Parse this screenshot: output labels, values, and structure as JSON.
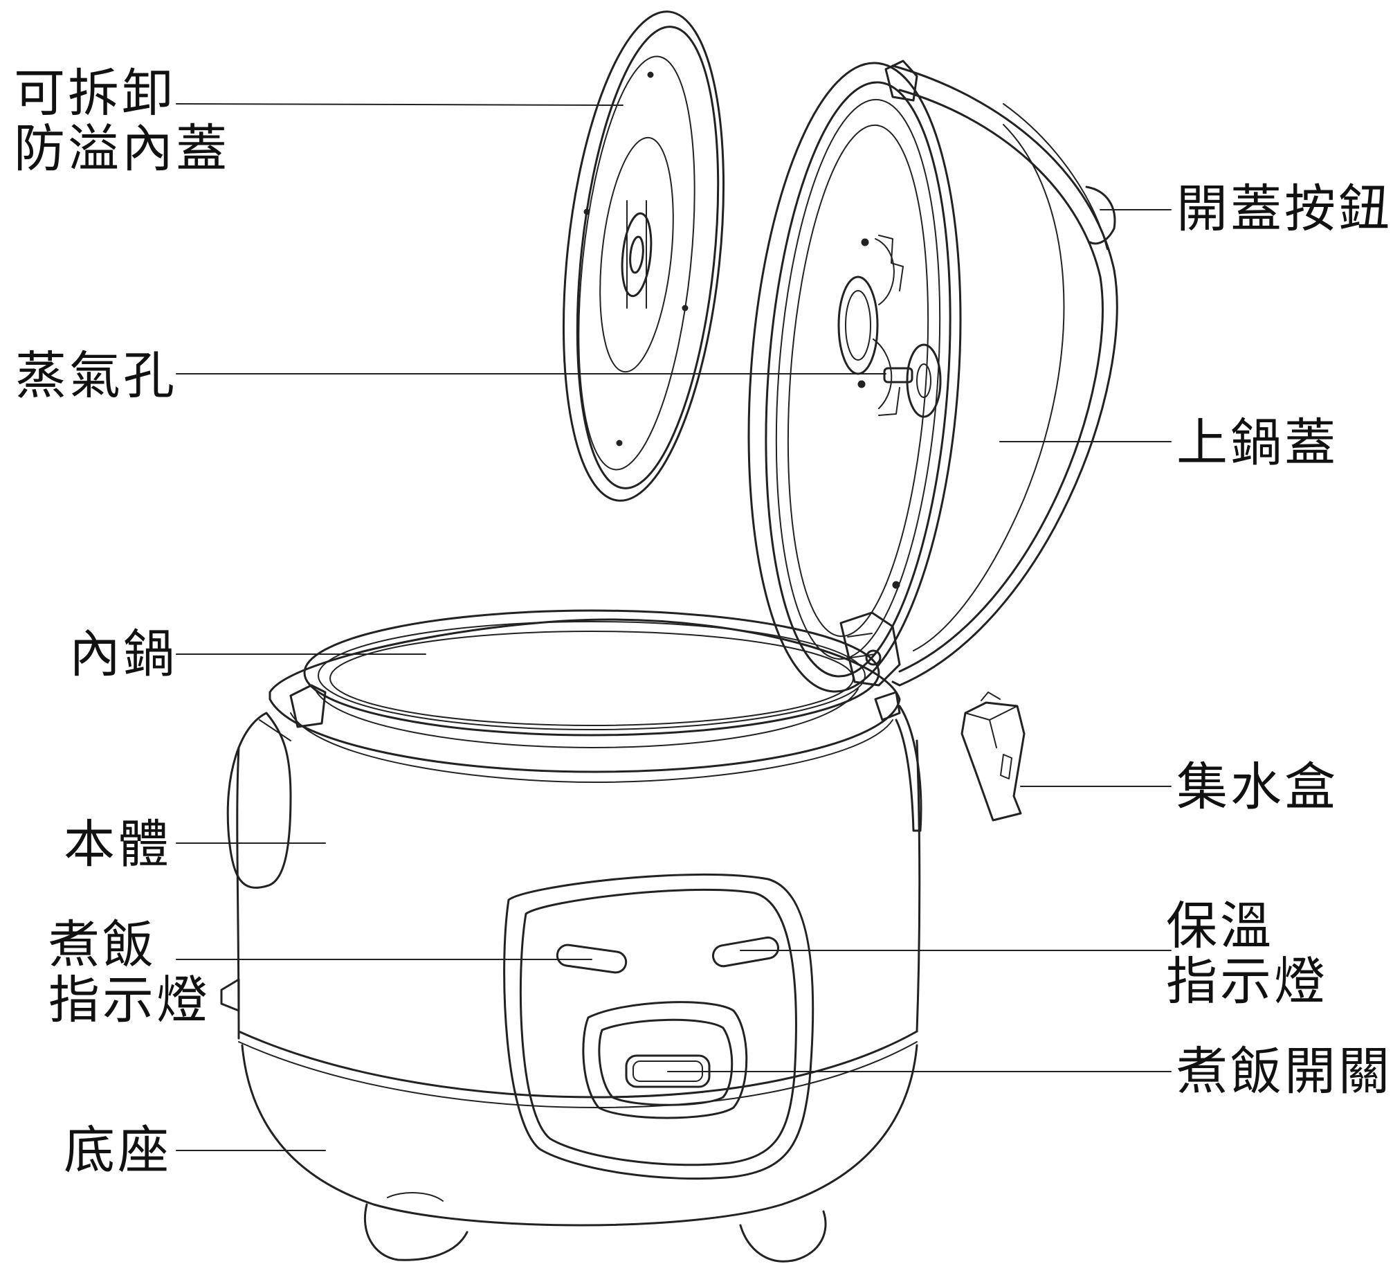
{
  "diagram": {
    "line_color": "#222222",
    "labels": {
      "inner_lid": [
        "可拆卸",
        "防溢內蓋"
      ],
      "steam_vent": [
        "蒸氣孔"
      ],
      "inner_pot": [
        "內鍋"
      ],
      "body": [
        "本體"
      ],
      "cook_light": [
        "煮飯",
        "指示燈"
      ],
      "base": [
        "底座"
      ],
      "lid_button": [
        "開蓋按鈕"
      ],
      "upper_lid": [
        "上鍋蓋"
      ],
      "water_box": [
        "集水盒"
      ],
      "warm_light": [
        "保溫",
        "指示燈"
      ],
      "cook_switch": [
        "煮飯開關"
      ]
    }
  }
}
